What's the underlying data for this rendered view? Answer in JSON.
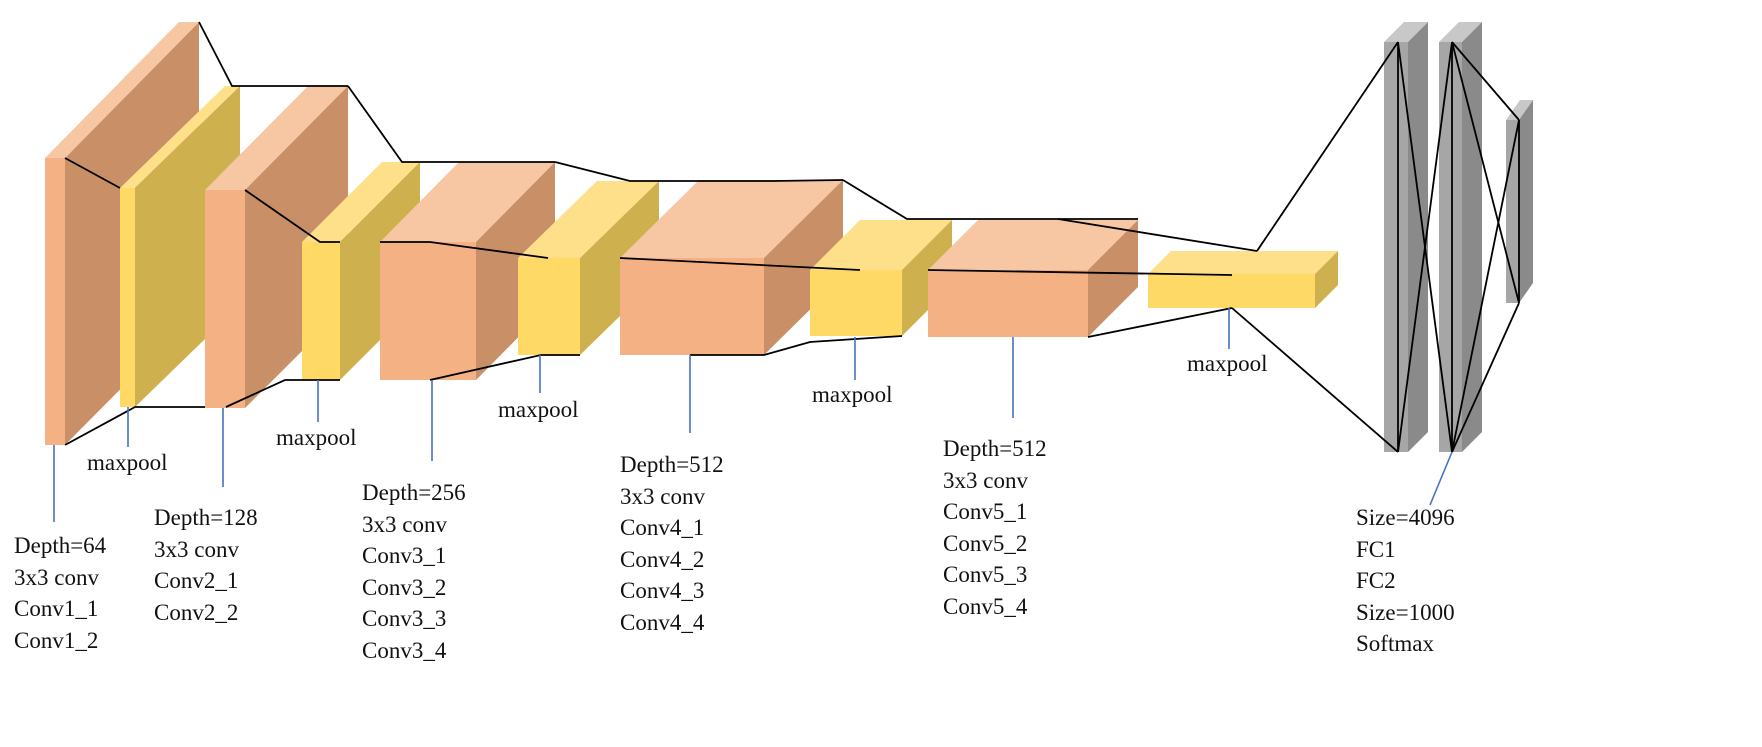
{
  "colors": {
    "conv_front": "#F4B183",
    "conv_side": "#C98F67",
    "conv_top": "#F7C6A3",
    "pool_front": "#FFD966",
    "pool_side": "#CFB04F",
    "pool_top": "#FFE08A",
    "fc_front": "#A6A6A6",
    "fc_side": "#8A8A8A",
    "fc_top": "#C8C8C8",
    "pointer_line": "#4472C4",
    "connector_line": "#000000"
  },
  "blocks": [
    {
      "group": "conv1",
      "lines": [
        "Depth=64",
        "3x3 conv",
        "Conv1_1",
        "Conv1_2"
      ]
    },
    {
      "group": "pool1",
      "label": "maxpool"
    },
    {
      "group": "conv2",
      "lines": [
        "Depth=128",
        "3x3 conv",
        "Conv2_1",
        "Conv2_2"
      ]
    },
    {
      "group": "pool2",
      "label": "maxpool"
    },
    {
      "group": "conv3",
      "lines": [
        "Depth=256",
        "3x3 conv",
        "Conv3_1",
        "Conv3_2",
        "Conv3_3",
        "Conv3_4"
      ]
    },
    {
      "group": "pool3",
      "label": "maxpool"
    },
    {
      "group": "conv4",
      "lines": [
        "Depth=512",
        "3x3 conv",
        "Conv4_1",
        "Conv4_2",
        "Conv4_3",
        "Conv4_4"
      ]
    },
    {
      "group": "pool4",
      "label": "maxpool"
    },
    {
      "group": "conv5",
      "lines": [
        "Depth=512",
        "3x3 conv",
        "Conv5_1",
        "Conv5_2",
        "Conv5_3",
        "Conv5_4"
      ]
    },
    {
      "group": "pool5",
      "label": "maxpool"
    },
    {
      "group": "fc",
      "lines": [
        "Size=4096",
        "FC1",
        "FC2",
        "Size=1000",
        "Softmax"
      ]
    }
  ]
}
